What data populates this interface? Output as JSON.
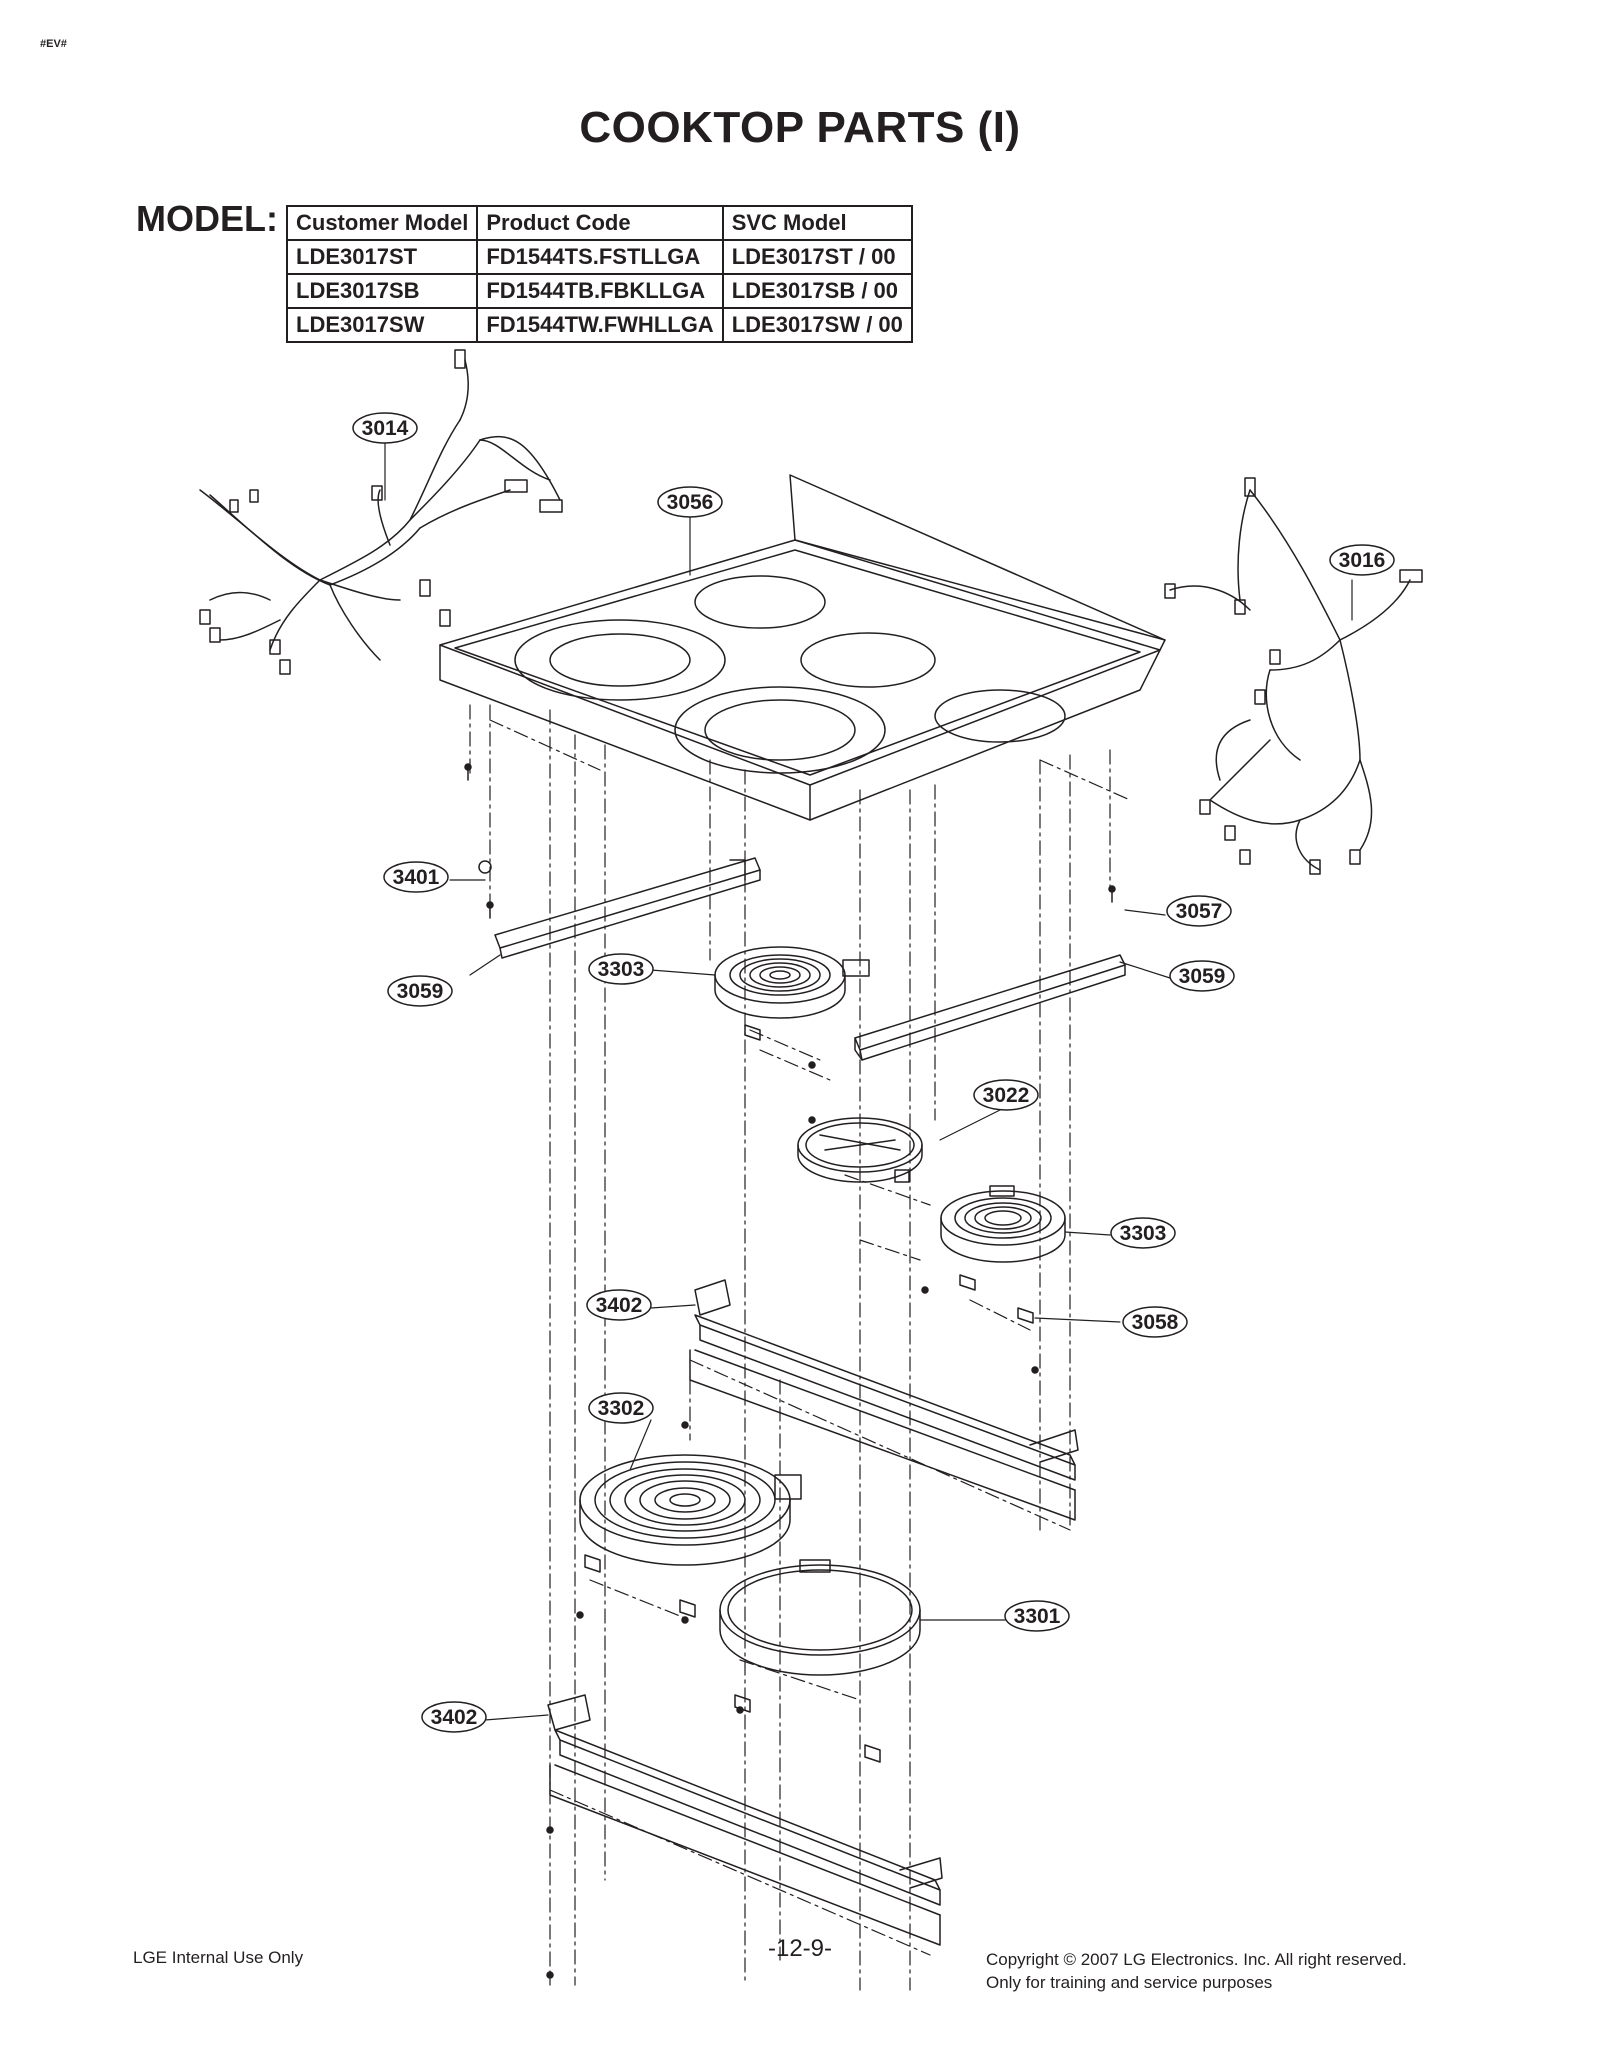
{
  "header": {
    "corner_mark": "#EV#"
  },
  "title": "COOKTOP PARTS (I)",
  "model": {
    "label": "MODEL:",
    "table": {
      "headers": [
        "Customer Model",
        "Product Code",
        "SVC Model"
      ],
      "rows": [
        [
          "LDE3017ST",
          "FD1544TS.FSTLLGA",
          "LDE3017ST / 00"
        ],
        [
          "LDE3017SB",
          "FD1544TB.FBKLLGA",
          "LDE3017SB / 00"
        ],
        [
          "LDE3017SW",
          "FD1544TW.FWHLLGA",
          "LDE3017SW / 00"
        ]
      ]
    }
  },
  "callouts": [
    {
      "id": "wire-harness-left",
      "label": "3014"
    },
    {
      "id": "cooktop-glass",
      "label": "3056"
    },
    {
      "id": "wire-harness-right",
      "label": "3016"
    },
    {
      "id": "clip-left",
      "label": "3401"
    },
    {
      "id": "screw-right",
      "label": "3057"
    },
    {
      "id": "rail-left",
      "label": "3059"
    },
    {
      "id": "element-upper",
      "label": "3303"
    },
    {
      "id": "rail-right",
      "label": "3059"
    },
    {
      "id": "element-warmer",
      "label": "3022"
    },
    {
      "id": "element-right",
      "label": "3303"
    },
    {
      "id": "bracket-upper",
      "label": "3402"
    },
    {
      "id": "clip-element",
      "label": "3058"
    },
    {
      "id": "element-dual",
      "label": "3302"
    },
    {
      "id": "element-large",
      "label": "3301"
    },
    {
      "id": "bracket-lower",
      "label": "3402"
    }
  ],
  "footer": {
    "left": "LGE Internal Use Only",
    "page_number": "-12-9-",
    "copyright_line1": "Copyright © 2007 LG Electronics. Inc. All right reserved.",
    "copyright_line2": "Only for training and service purposes"
  }
}
